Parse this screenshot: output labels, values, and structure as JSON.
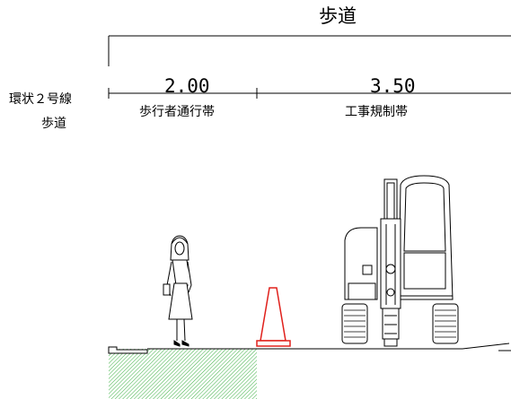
{
  "title": "歩道",
  "road_label": {
    "line1": "環状２号線",
    "line2": "歩道"
  },
  "segments": [
    {
      "width": "2.00",
      "zone": "歩行者通行帯"
    },
    {
      "width": "3.50",
      "zone": "工事規制帯"
    }
  ],
  "colors": {
    "hatch": "#3cb043",
    "cone": "#e0201b",
    "line": "#000000"
  }
}
